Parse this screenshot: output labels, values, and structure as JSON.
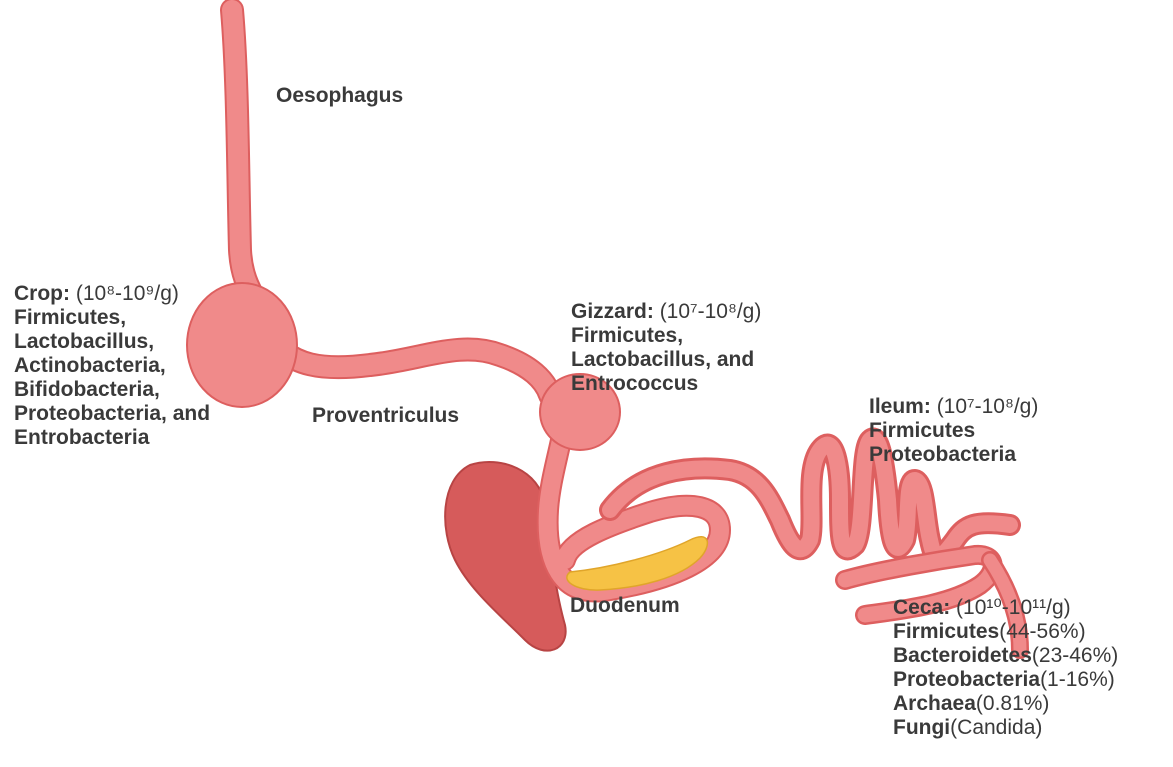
{
  "colors": {
    "tract_fill": "#f08a8a",
    "tract_stroke": "#dd5f5f",
    "liver_fill": "#d65b5b",
    "pancreas_fill": "#f6c245",
    "text": "#3a3a3a"
  },
  "labels": {
    "oesophagus": "Oesophagus",
    "crop": {
      "title": "Crop:",
      "count": "(10⁸-10⁹/g)",
      "lines": [
        "Firmicutes,",
        "Lactobacillus,",
        "Actinobacteria,",
        "Bifidobacteria,",
        "Proteobacteria, and",
        "Entrobacteria"
      ]
    },
    "proventriculus": "Proventriculus",
    "gizzard": {
      "title": "Gizzard:",
      "count": "(10⁷-10⁸/g)",
      "lines": [
        "Firmicutes,",
        "Lactobacillus, and",
        "Entrococcus"
      ]
    },
    "ileum": {
      "title": "Ileum:",
      "count": "(10⁷-10⁸/g)",
      "lines": [
        "Firmicutes",
        "Proteobacteria"
      ]
    },
    "duodenum": "Duodenum",
    "ceca": {
      "title": "Ceca:",
      "count": "(10¹⁰-10¹¹/g)",
      "lines": [
        {
          "name": "Firmicutes",
          "value": "(44-56%)"
        },
        {
          "name": "Bacteroidetes",
          "value": "(23-46%)"
        },
        {
          "name": "Proteobacteria",
          "value": "(1-16%)"
        },
        {
          "name": "Archaea",
          "value": "(0.81%)"
        },
        {
          "name": "Fungi",
          "value": "(Candida)"
        }
      ]
    }
  }
}
